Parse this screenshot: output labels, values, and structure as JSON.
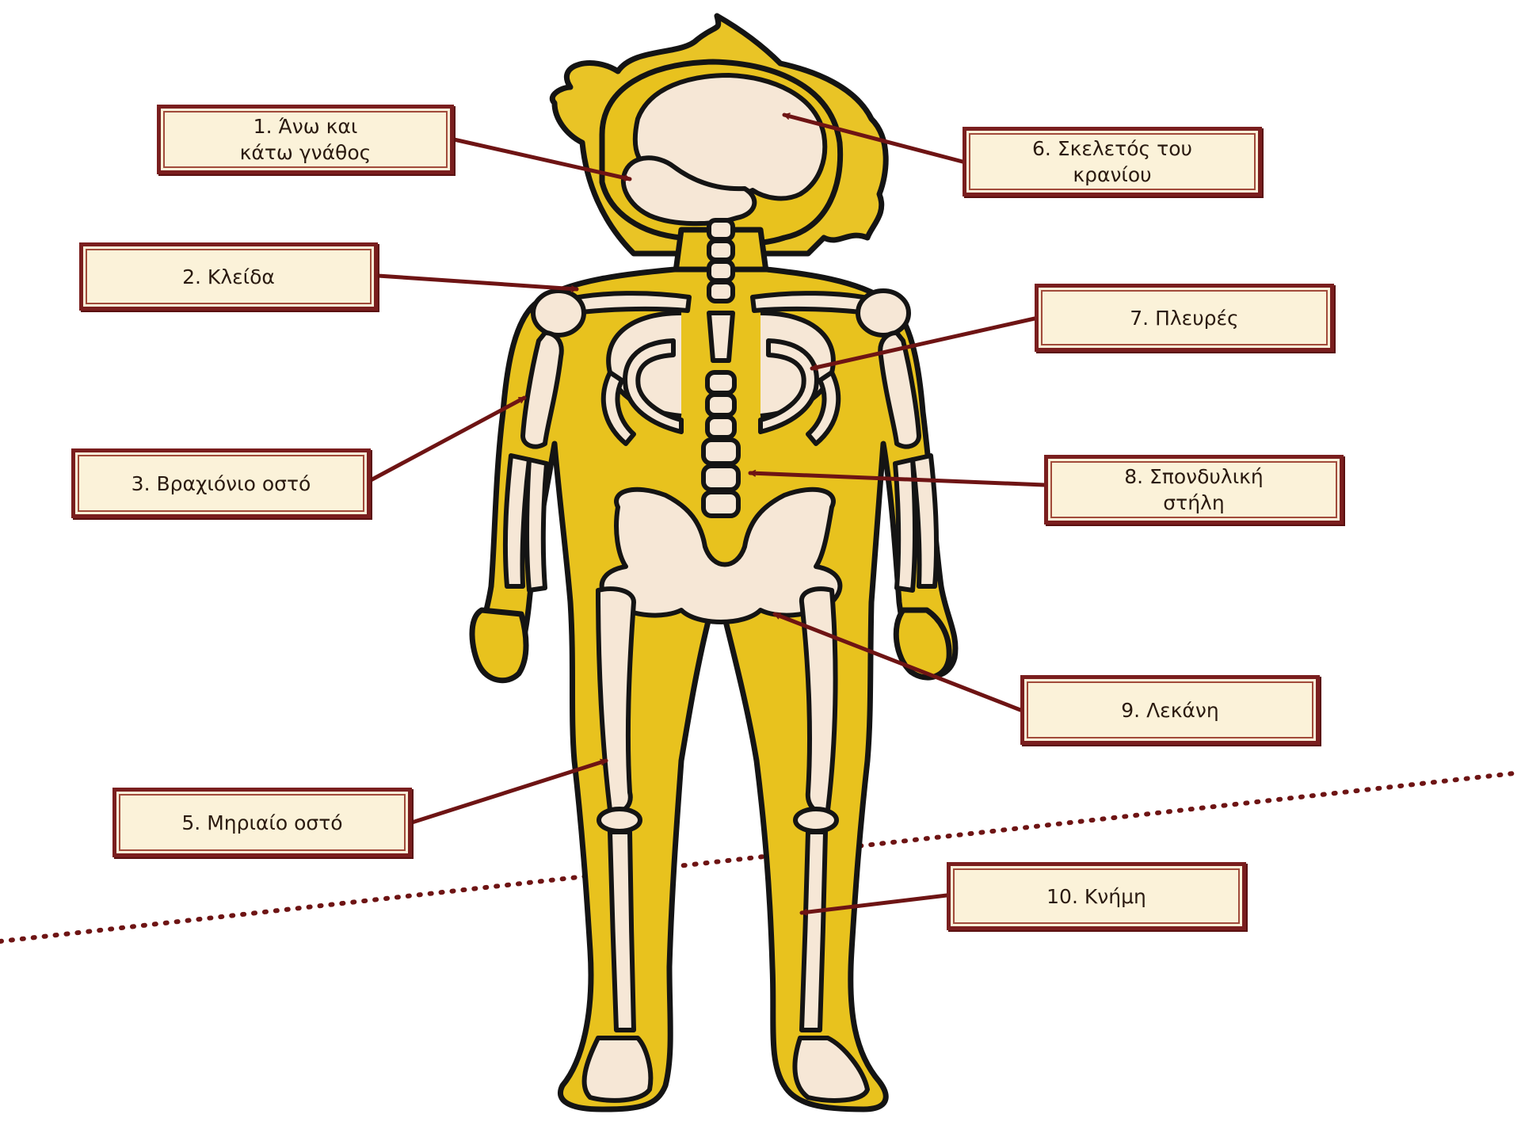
{
  "labels": {
    "l1": "1. Άνω και\nκάτω γνάθος",
    "l2": "2. Κλείδα",
    "l3": "3. Βραχιόνιο οστό",
    "l5": "5. Μηριαίο οστό",
    "l6": "6. Σκελετός του\nκρανίου",
    "l7": "7. Πλευρές",
    "l8": "8. Σπονδυλική\nστήλη",
    "l9": "9. Λεκάνη",
    "l10": "10. Κνήμη"
  },
  "colors": {
    "body_fill": "#e8c21e",
    "body_outline": "#141414",
    "bone_fill": "#f6e7d6",
    "hair": "#e9c426",
    "arrow": "#6e1414",
    "box_border": "#7a1e1e",
    "box_fill": "#fbf2d9",
    "dotted_line": "#6e1414"
  }
}
